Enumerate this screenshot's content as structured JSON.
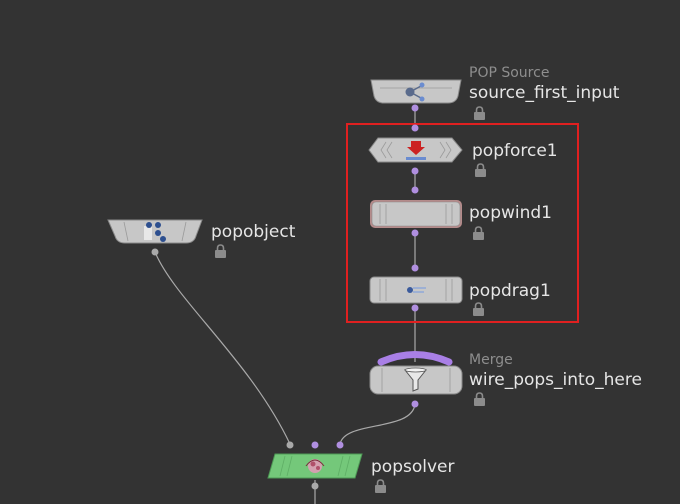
{
  "network": {
    "nodes": {
      "source": {
        "type_label": "POP Source",
        "name": "source_first_input",
        "icon": "particle-emit-icon"
      },
      "popforce": {
        "name": "popforce1",
        "icon": "force-arrow-icon"
      },
      "popwind": {
        "name": "popwind1",
        "icon": "wind-icon"
      },
      "popdrag": {
        "name": "popdrag1",
        "icon": "drag-icon"
      },
      "merge": {
        "type_label": "Merge",
        "name": "wire_pops_into_here",
        "icon": "funnel-icon"
      },
      "popobject": {
        "name": "popobject",
        "icon": "object-particles-icon"
      },
      "popsolver": {
        "name": "popsolver",
        "icon": "solver-icon"
      }
    },
    "colors": {
      "background": "#333333",
      "node_gray": "#c7c7c7",
      "solver_green": "#74c87a",
      "wire": "#a9a9a9",
      "port_purple": "#b08fe0",
      "selection_red": "#e02020",
      "merge_bar": "#a97fe6"
    }
  }
}
